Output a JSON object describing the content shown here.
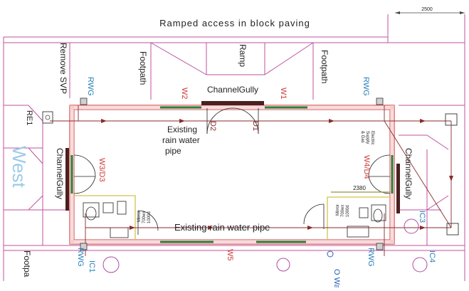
{
  "labels": {
    "top_title": "Ramped access in block paving",
    "dim_top": "2500",
    "remove_svp": "Remove SVP",
    "footpath_left": "Footpath",
    "ramp": "Ramp",
    "footpath_right": "Footpath",
    "rwg_top_left": "RWG",
    "rwg_top_right": "RWG",
    "channel_gully_top": "ChannelGully",
    "w2": "W2",
    "w1": "W1",
    "d2": "D2",
    "d1": "D1",
    "re1": "RE1",
    "west": "West",
    "channel_gully_left": "ChannelGully",
    "w3_d3": "W3/D3",
    "existing_pipe_top_l1": "Existing",
    "existing_pipe_top_l2": "rain water",
    "existing_pipe_top_l3": "pipe",
    "electric_l1": "Electric",
    "electric_l2": "Supply",
    "electric_l3": "& Gas",
    "w4_d4": "W4/D4",
    "channel_gully_right": "ChannelGully",
    "dim_inner": "2380",
    "existing_pipe_bottom": "Existing rain water pipe",
    "mirror_left_l1": "Mirror",
    "mirror_left_l2": "700wx",
    "mirror_left_l3": "1000d",
    "mirror_right_l1": "Mirror",
    "mirror_right_l2": "700wx",
    "mirror_right_l3": "1000d",
    "w5": "W5",
    "rwg_bottom_left": "RWG",
    "rwg_bottom_right": "RWG",
    "ic1": "IC1",
    "ic3": "IC3",
    "ic4": "IC4",
    "footpath_bottom": "Footpa",
    "wc_partial": "O Wa"
  },
  "colors": {
    "boundary": "#c0509e",
    "wall_red": "#cf3a3a",
    "window_green": "#2e7d3a",
    "drain": "#8a2b2b",
    "text": "#222222",
    "blue_text": "#2a7fb8",
    "light_blue": "#9ccbe6"
  }
}
